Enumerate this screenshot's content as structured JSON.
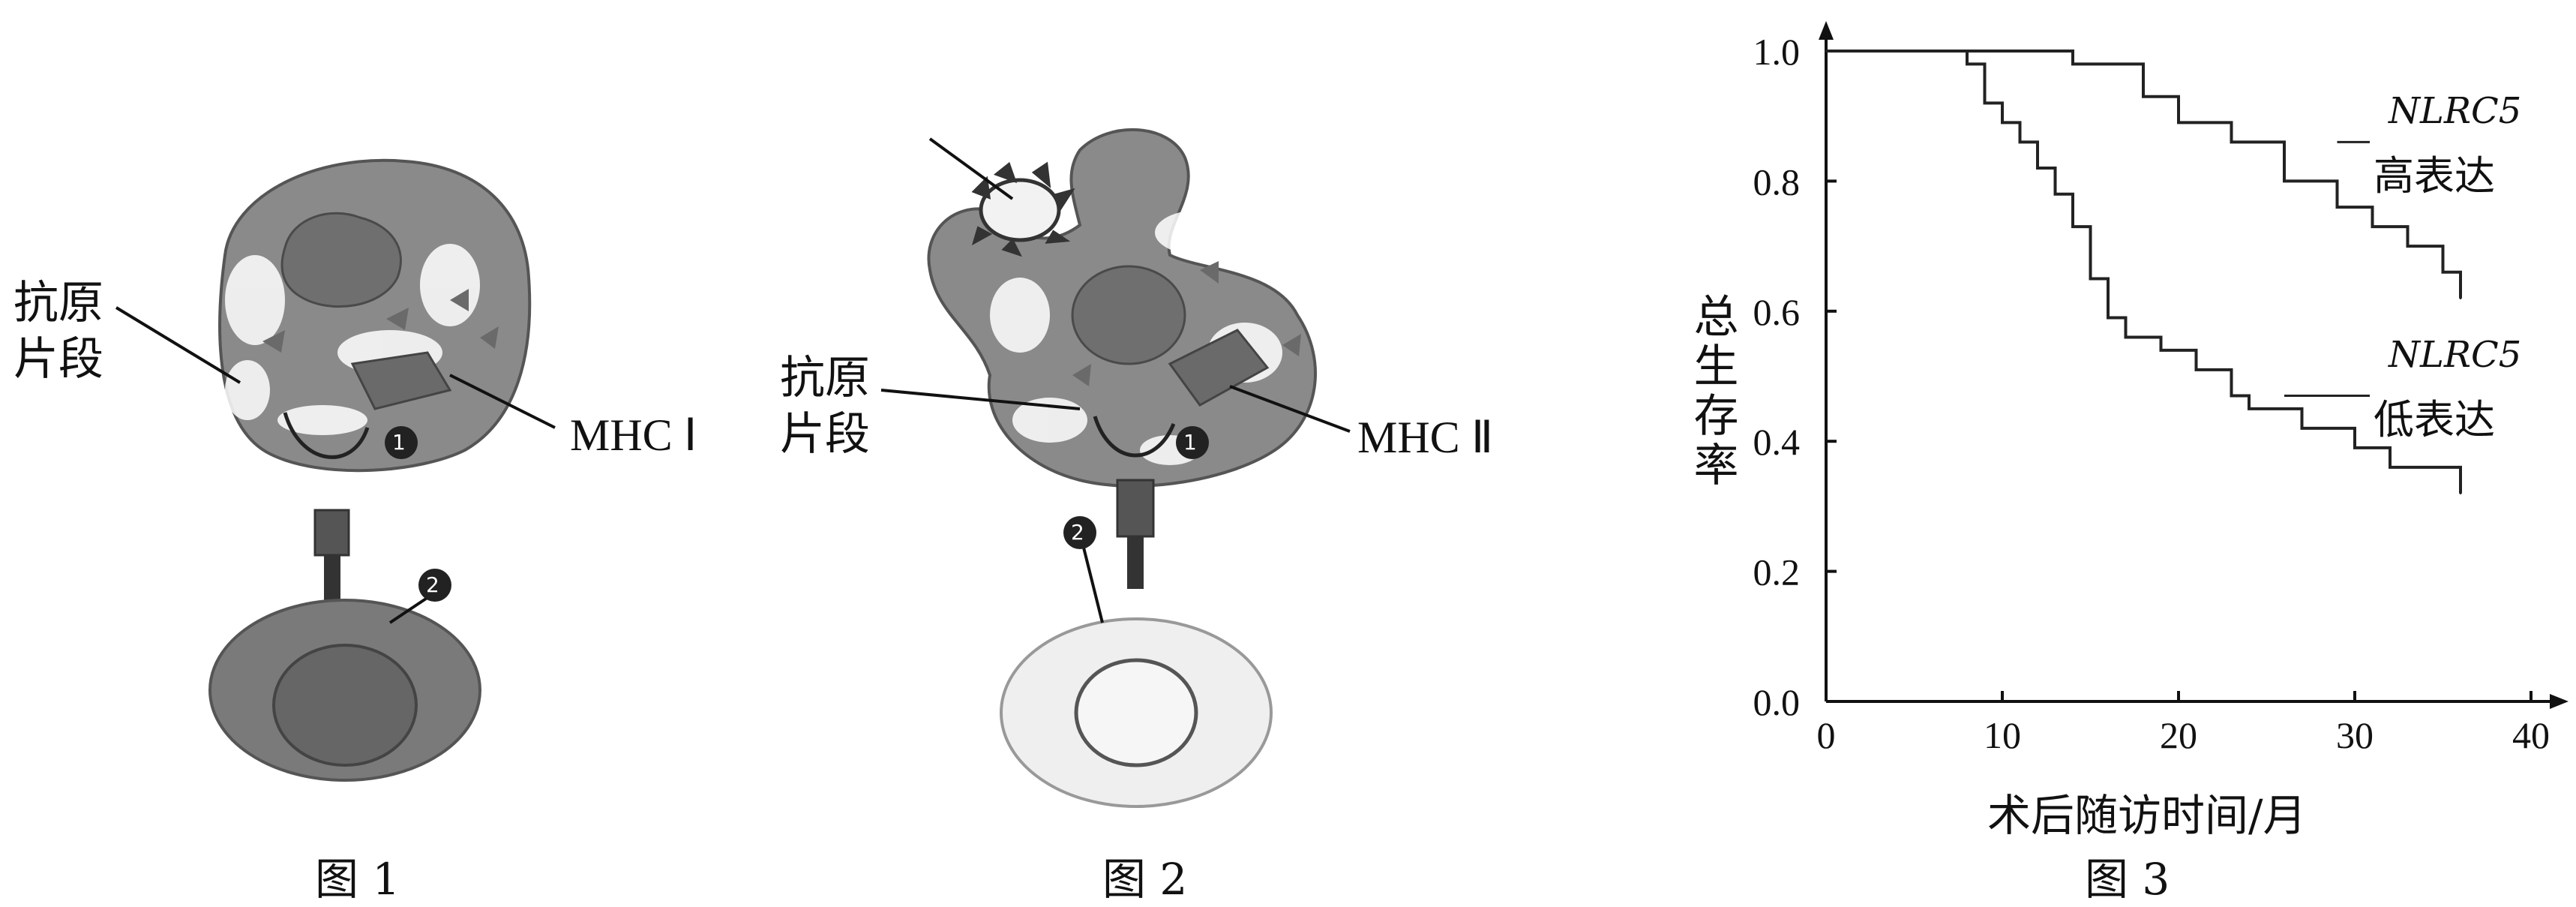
{
  "figure1": {
    "caption": "图 1",
    "label_antigen_line1": "抗原",
    "label_antigen_line2": "片段",
    "label_mhc": "MHC Ⅰ",
    "marker1": "1",
    "marker2": "2"
  },
  "figure2": {
    "caption": "图 2",
    "label_antigen_line1": "抗原",
    "label_antigen_line2": "片段",
    "label_mhc": "MHC Ⅱ",
    "marker1": "1",
    "marker2": "2"
  },
  "figure3": {
    "caption": "图 3",
    "chart_data": {
      "type": "line",
      "xlabel": "术后随访时间/月",
      "ylabel": "总生存率",
      "xlim": [
        0,
        40
      ],
      "ylim": [
        0,
        1.0
      ],
      "xticks": [
        "0",
        "10",
        "20",
        "30",
        "40"
      ],
      "yticks": [
        "0.0",
        "0.2",
        "0.4",
        "0.6",
        "0.8",
        "1.0"
      ],
      "grid": false,
      "series": [
        {
          "name_line1": "NLRC5",
          "name_line2": "高表达",
          "step": true,
          "x": [
            0,
            14,
            18,
            20,
            23,
            26,
            29,
            31,
            33,
            35,
            36
          ],
          "y": [
            1.0,
            0.98,
            0.93,
            0.89,
            0.86,
            0.8,
            0.76,
            0.73,
            0.7,
            0.66,
            0.62
          ]
        },
        {
          "name_line1": "NLRC5",
          "name_line2": "低表达",
          "step": true,
          "x": [
            0,
            8,
            9,
            10,
            11,
            12,
            13,
            14,
            15,
            16,
            17,
            19,
            21,
            23,
            24,
            27,
            30,
            32,
            36
          ],
          "y": [
            1.0,
            0.98,
            0.92,
            0.89,
            0.86,
            0.82,
            0.78,
            0.73,
            0.65,
            0.59,
            0.56,
            0.54,
            0.51,
            0.47,
            0.45,
            0.42,
            0.39,
            0.36,
            0.32
          ]
        }
      ]
    }
  }
}
